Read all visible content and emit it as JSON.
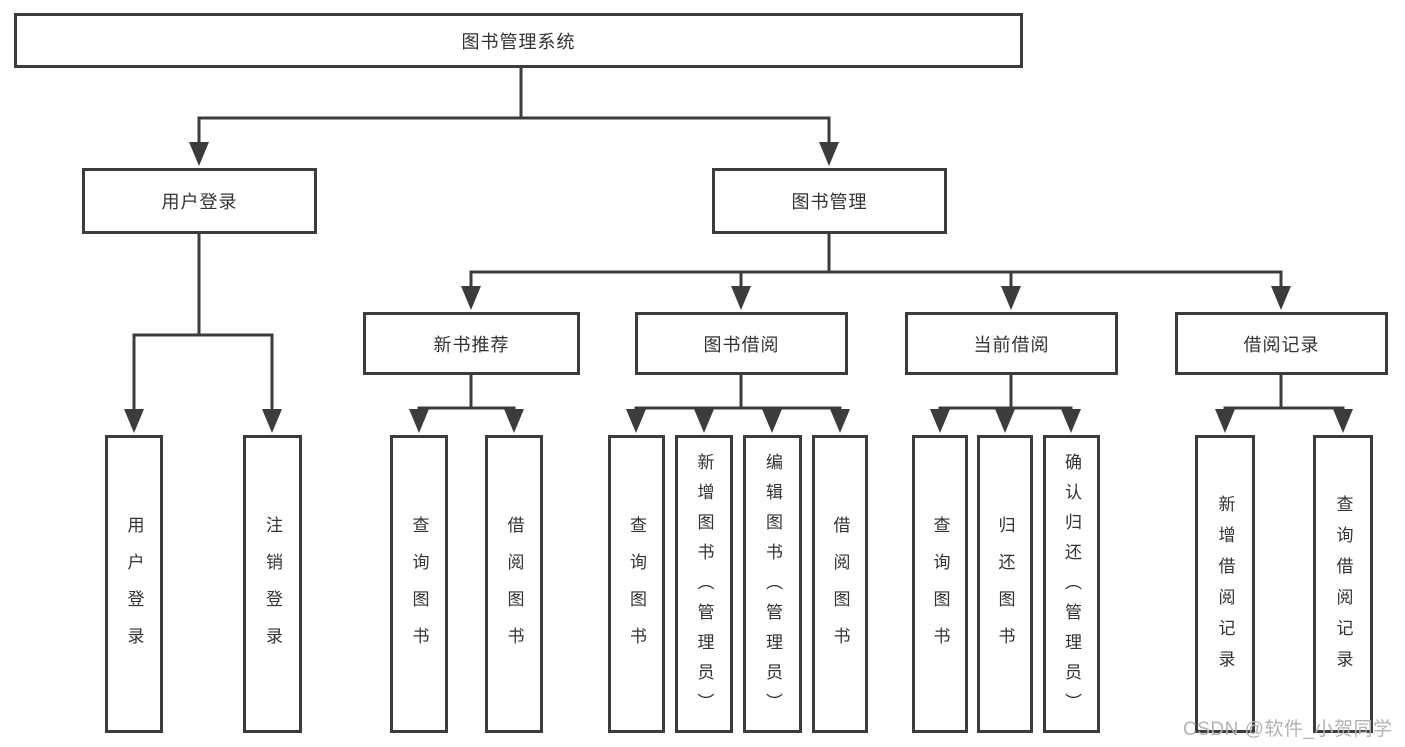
{
  "diagram": {
    "title": "图书管理系统",
    "level2": [
      {
        "label": "用户登录"
      },
      {
        "label": "图书管理"
      }
    ],
    "level3": [
      {
        "label": "新书推荐"
      },
      {
        "label": "图书借阅"
      },
      {
        "label": "当前借阅"
      },
      {
        "label": "借阅记录"
      }
    ],
    "leaves": [
      {
        "label": "用户登录"
      },
      {
        "label": "注销登录"
      },
      {
        "label": "查询图书"
      },
      {
        "label": "借阅图书"
      },
      {
        "label": "查询图书"
      },
      {
        "label": "新增图书（管理员）"
      },
      {
        "label": "编辑图书（管理员）"
      },
      {
        "label": "借阅图书"
      },
      {
        "label": "查询图书"
      },
      {
        "label": "归还图书"
      },
      {
        "label": "确认归还（管理员）"
      },
      {
        "label": "新增借阅记录"
      },
      {
        "label": "查询借阅记录"
      }
    ],
    "watermark": "CSDN @软件_小贺同学"
  },
  "colors": {
    "line": "#3c3c3c",
    "text": "#333333",
    "watermark": "#b3b3b3",
    "background": "#ffffff"
  }
}
